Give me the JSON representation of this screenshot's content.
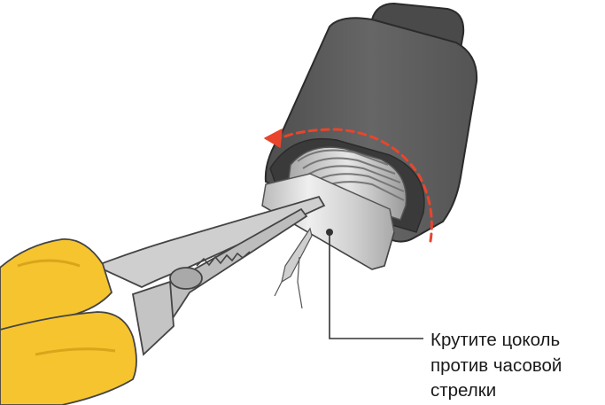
{
  "caption": {
    "lines": [
      "Крутите цоколь",
      "против часовой",
      "стрелки"
    ]
  },
  "colors": {
    "background": "#ffffff",
    "arrow": "#e8452c",
    "handle": "#f6c42e",
    "handle_shadow": "#d9a51b",
    "lamp_body": "#5d5d5d",
    "metal": "#d8d8d8",
    "leader_line": "#333333",
    "text": "#1a1a1a"
  },
  "icons": {
    "direction": "counterclockwise-arrow-icon",
    "tool": "pliers-icon",
    "object": "lamp-socket-icon"
  }
}
